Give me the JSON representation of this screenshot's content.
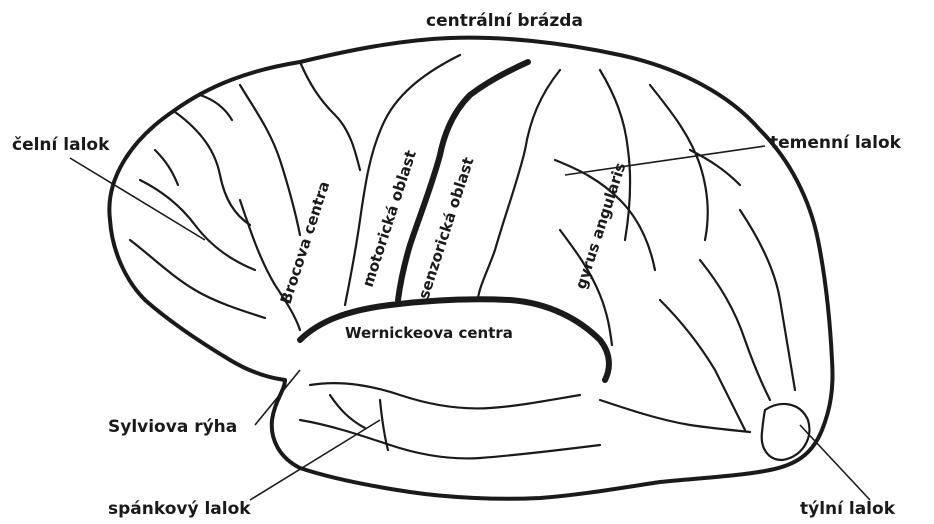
{
  "labels": {
    "central_sulcus": "centrální brázda",
    "frontal_lobe": "čelní lalok",
    "parietal_lobe": "temenní lalok",
    "broca": "Brocova centra",
    "motor_area": "motorická oblast",
    "sensory_area": "senzorická oblast",
    "gyrus_angularis": "gyrus angularis",
    "wernicke": "Wernickeova centra",
    "sylvian_fissure": "Sylviova rýha",
    "temporal_lobe": "spánkový lalok",
    "occipital_lobe": "týlní lalok"
  },
  "colors": {
    "ink": "#1a1a1a",
    "paper": "#ffffff"
  }
}
